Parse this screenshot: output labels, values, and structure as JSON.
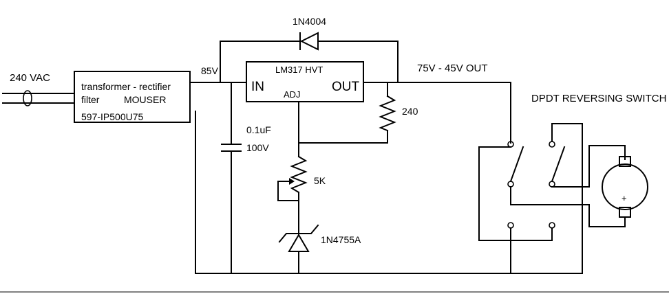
{
  "labels": {
    "ac_input": "240 VAC",
    "psu_line1": "transformer - rectifier",
    "psu_line2_left": "filter",
    "psu_line2_right": "MOUSER",
    "psu_line3": "597-IP500U75",
    "v_in": "85V",
    "diode_part": "1N4004",
    "regulator_part": "LM317 HVT",
    "reg_in": "IN",
    "reg_out": "OUT",
    "reg_adj": "ADJ",
    "v_out": "75V - 45V OUT",
    "resistor_value": "240",
    "cap_value": "0.1uF",
    "cap_voltage": "100V",
    "pot_value": "5K",
    "zener_part": "1N4755A",
    "switch_title": "DPDT REVERSING SWITCH",
    "motor_plus": "+"
  }
}
